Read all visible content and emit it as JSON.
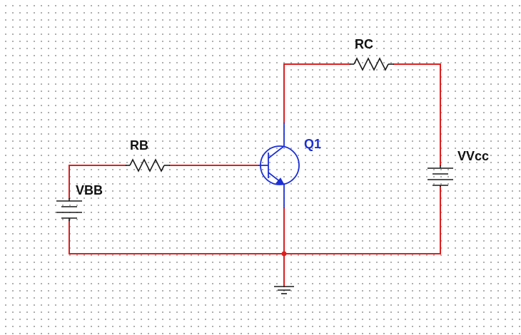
{
  "components": {
    "rb": {
      "label": "RB",
      "type": "resistor"
    },
    "rc": {
      "label": "RC",
      "type": "resistor"
    },
    "q1": {
      "label": "Q1",
      "type": "npn-transistor"
    },
    "vbb": {
      "label": "VBB",
      "type": "dc-source"
    },
    "vcc": {
      "label": "VVcc",
      "type": "dc-source"
    },
    "ground": {
      "type": "ground-symbol"
    }
  },
  "colors": {
    "wire": "#dd1f1f",
    "component": "#1a1a1a",
    "transistor": "#1b2fd6",
    "grid_dot": "#9a9a9a",
    "junction": "#dd1f1f"
  }
}
